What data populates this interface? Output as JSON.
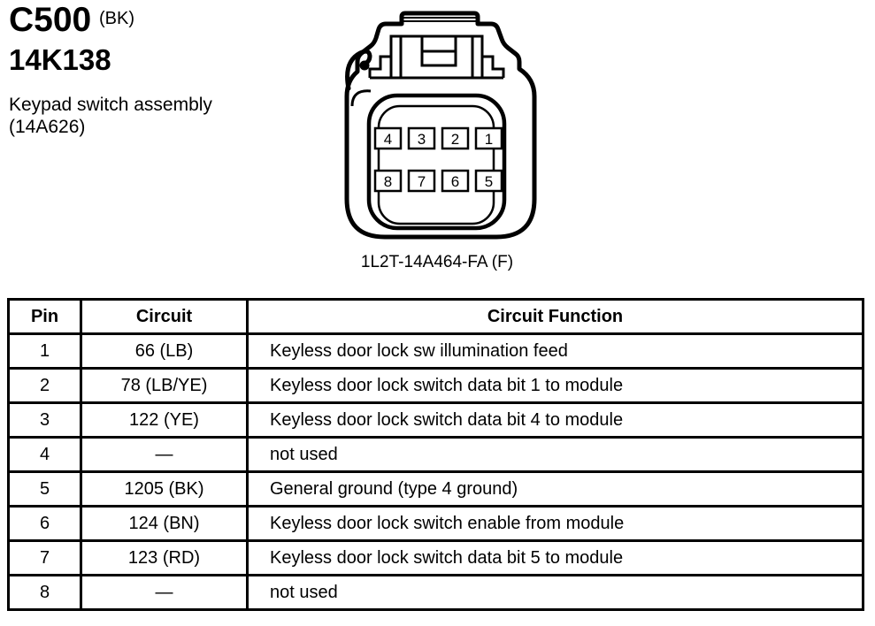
{
  "header": {
    "connector_id": "C500",
    "connector_color": "(BK)",
    "part_number": "14K138",
    "component_line1": "Keypad switch assembly",
    "component_line2": "(14A626)"
  },
  "connector": {
    "caption": "1L2T-14A464-FA (F)",
    "pins": [
      "4",
      "3",
      "2",
      "1",
      "8",
      "7",
      "6",
      "5"
    ]
  },
  "table": {
    "columns": [
      "Pin",
      "Circuit",
      "Circuit Function"
    ],
    "rows": [
      {
        "pin": "1",
        "circuit": "66 (LB)",
        "function": "Keyless door lock sw illumination feed"
      },
      {
        "pin": "2",
        "circuit": "78 (LB/YE)",
        "function": "Keyless door lock switch data bit 1 to module"
      },
      {
        "pin": "3",
        "circuit": "122 (YE)",
        "function": "Keyless door lock switch data bit 4 to module"
      },
      {
        "pin": "4",
        "circuit": "—",
        "function": "not used"
      },
      {
        "pin": "5",
        "circuit": "1205 (BK)",
        "function": "General ground (type 4 ground)"
      },
      {
        "pin": "6",
        "circuit": "124 (BN)",
        "function": "Keyless door lock switch enable from module"
      },
      {
        "pin": "7",
        "circuit": "123 (RD)",
        "function": "Keyless door lock switch data bit 5 to module"
      },
      {
        "pin": "8",
        "circuit": "—",
        "function": "not used"
      }
    ]
  },
  "colors": {
    "ink": "#000000",
    "background": "#ffffff"
  }
}
